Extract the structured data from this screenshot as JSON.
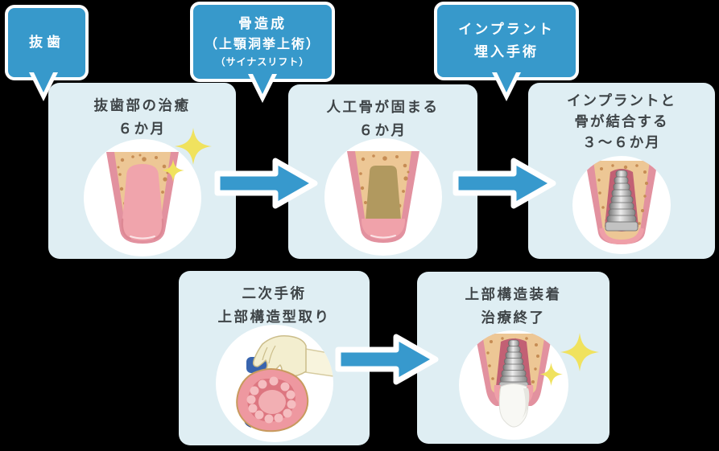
{
  "colors": {
    "background": "#000000",
    "bubble_blue": "#3799cb",
    "arrow_blue": "#3799cd",
    "card_background": "#dfeef3",
    "title_text": "#3e4447",
    "bubble_text": "#ffffff",
    "sparkle_yellow": "#f0e25e"
  },
  "callouts": [
    {
      "name": "extraction",
      "lines": [
        "抜歯"
      ]
    },
    {
      "name": "bone-grafting",
      "lines": [
        "骨造成",
        "（上顎洞挙上術）",
        "（サイナスリフト）"
      ]
    },
    {
      "name": "implant-placement",
      "lines": [
        "インプラント",
        "埋入手術"
      ]
    }
  ],
  "steps": [
    {
      "name": "extraction-healing",
      "lines": [
        "抜歯部の治癒",
        "６か月"
      ],
      "illustration": "healed-extraction-socket"
    },
    {
      "name": "bone-hardening",
      "lines": [
        "人工骨が固まる",
        "６か月"
      ],
      "illustration": "bone-graft-socket"
    },
    {
      "name": "osseointegration",
      "lines": [
        "インプラントと",
        "骨が結合する",
        "３〜６か月"
      ],
      "illustration": "implant-in-bone"
    },
    {
      "name": "second-surgery",
      "lines": [
        "二次手術",
        "上部構造型取り"
      ],
      "illustration": "impression-mold"
    },
    {
      "name": "treatment-complete",
      "lines": [
        "上部構造装着",
        "治療終了"
      ],
      "illustration": "implant-with-crown"
    }
  ]
}
